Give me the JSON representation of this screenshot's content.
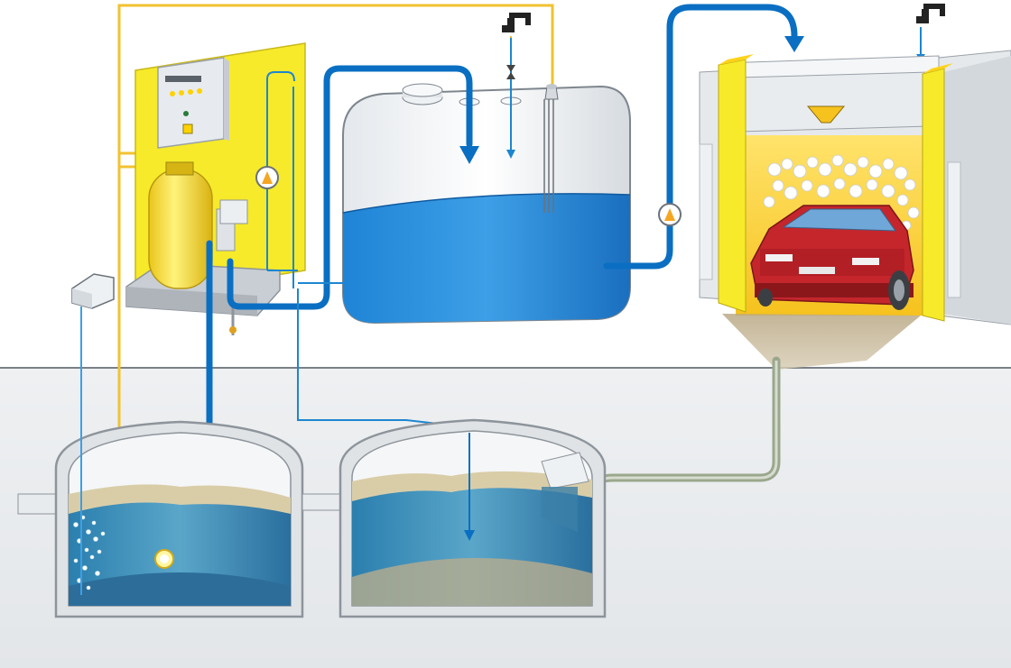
{
  "diagram": {
    "components": [
      {
        "id": "control-cabinet",
        "icon": "control-panel-icon"
      },
      {
        "id": "pressure-filter",
        "icon": "pressure-vessel-icon"
      },
      {
        "id": "clean-water-tank",
        "icon": "storage-tank-icon"
      },
      {
        "id": "car-wash-bay",
        "icon": "car-wash-icon"
      },
      {
        "id": "sedimentation-chamber",
        "icon": "settling-tank-icon"
      },
      {
        "id": "treatment-chamber",
        "icon": "aeration-tank-icon"
      },
      {
        "id": "air-blower",
        "icon": "blower-icon"
      },
      {
        "id": "fresh-water-taps",
        "icon": "water-tap-icon"
      },
      {
        "id": "pumps",
        "icon": "pump-icon"
      }
    ],
    "colors": {
      "recycled_water": "#0a6fc2",
      "fresh_water": "#1d86d0",
      "control_wiring": "#f2c230",
      "wastewater": "#9aa78c",
      "panel_yellow": "#f6ea2a",
      "ground": "#eceef0",
      "car": "#c4262c"
    }
  }
}
